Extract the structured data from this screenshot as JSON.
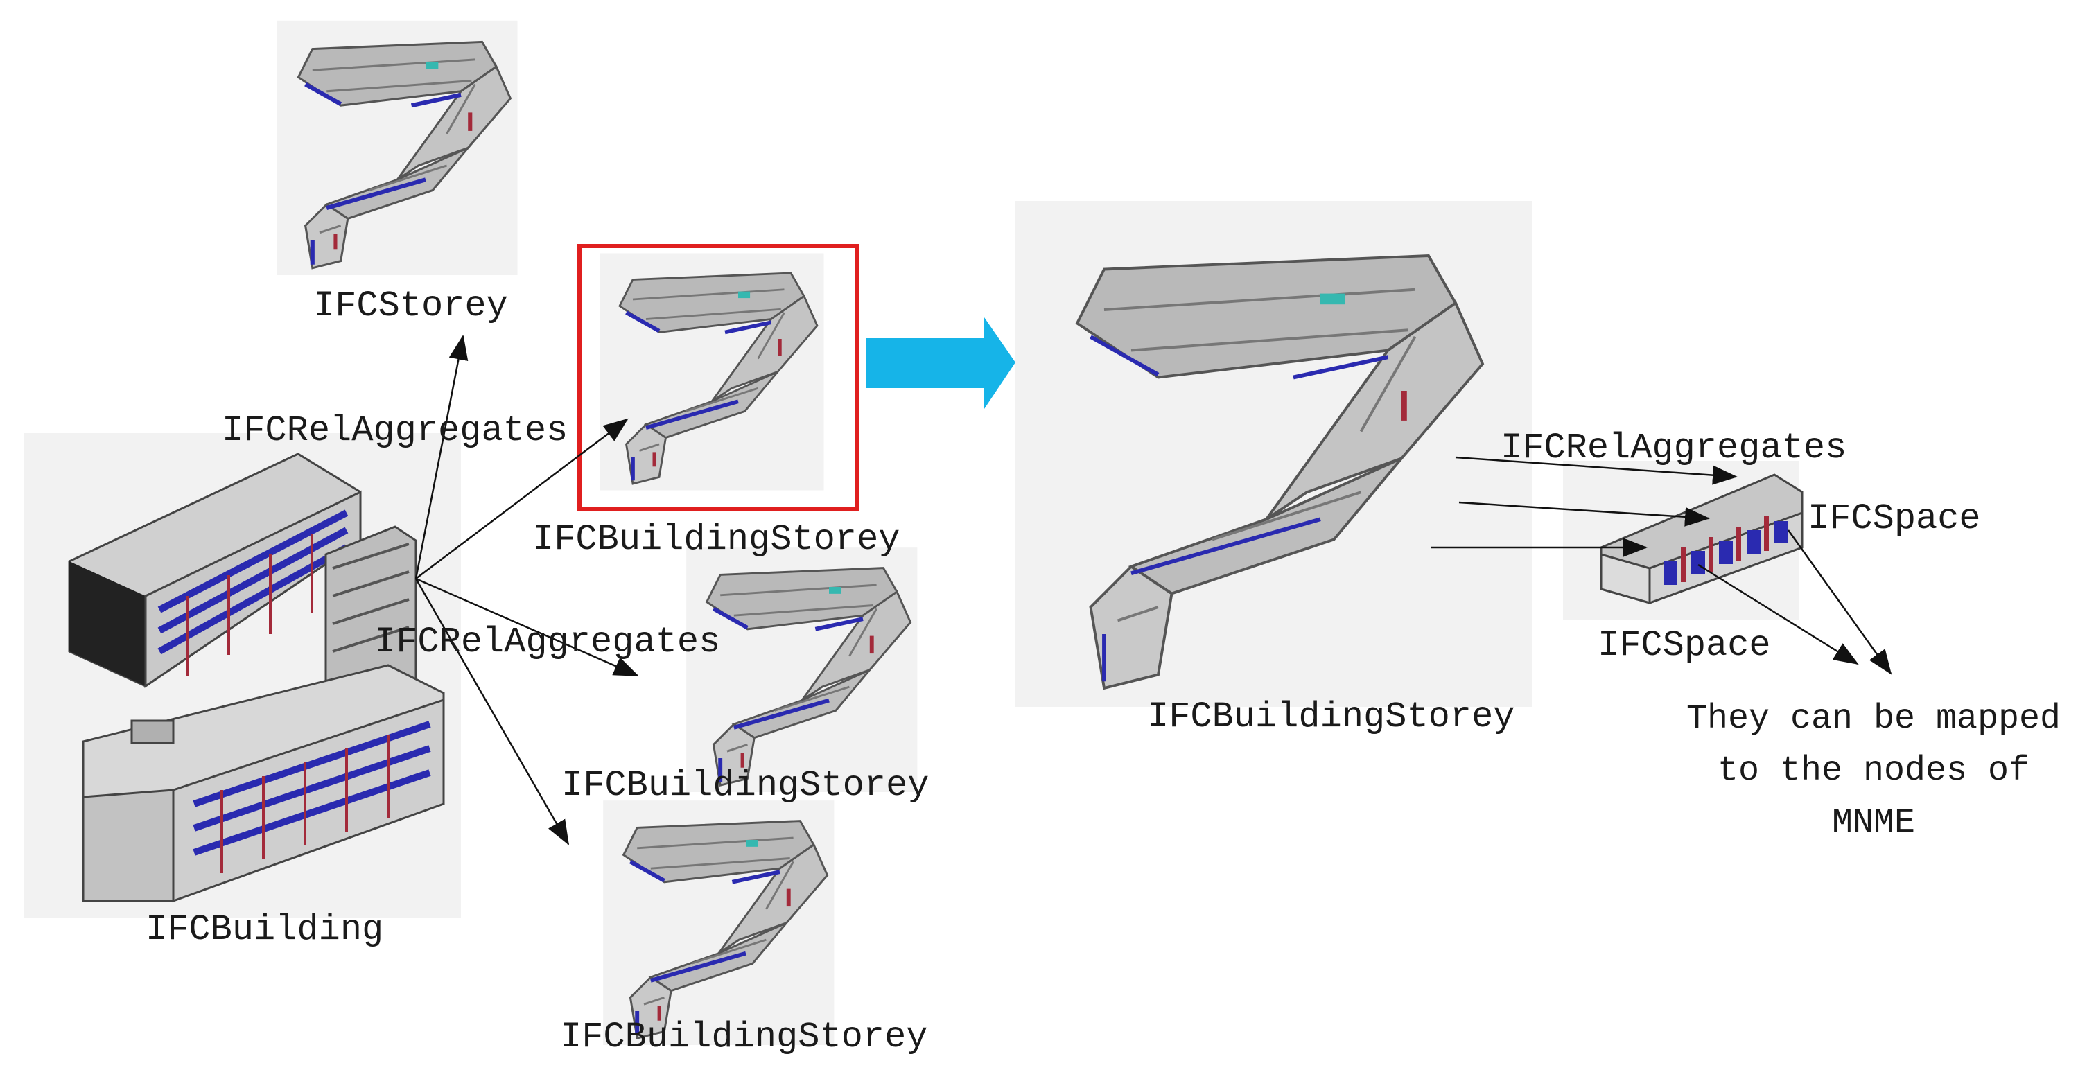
{
  "labels": {
    "ifc_storey": "IFCStorey",
    "rel_aggregates_top": "IFCRelAggregates",
    "rel_aggregates_mid": "IFCRelAggregates",
    "building_storey_selected": "IFCBuildingStorey",
    "building_storey_mid": "IFCBuildingStorey",
    "building_storey_bottom": "IFCBuildingStorey",
    "building": "IFCBuilding",
    "building_storey_enlarged": "IFCBuildingStorey",
    "rel_aggregates_right": "IFCRelAggregates",
    "space_a": "IFCSpace",
    "space_b": "IFCSpace"
  },
  "note": {
    "line1": "They can be mapped",
    "line2": "to the nodes of",
    "line3": "MNME"
  },
  "colors": {
    "selection_box": "#e01f1f",
    "flow_arrow": "#16b4e8",
    "wall": "#d2d2d2",
    "floor": "#a9a9a9",
    "window": "#2a2ab0",
    "accent": "#a32a3a",
    "panel_bg": "#f2f2f2"
  }
}
